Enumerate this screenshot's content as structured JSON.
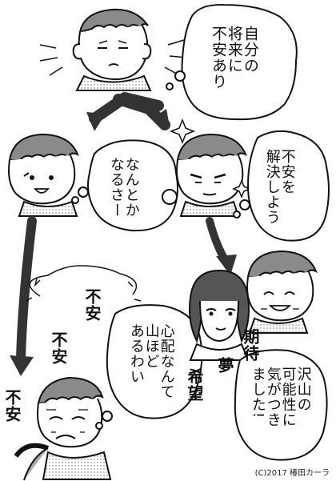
{
  "panel_top": {
    "thought": "自分の\n将来に\n不安あり"
  },
  "panel_mid_left": {
    "thought": "なんとか\nなるさー"
  },
  "panel_mid_right": {
    "thought": "不安を\n解決しよう"
  },
  "panel_bottom_left": {
    "sfx": [
      "不安",
      "不安",
      "不安"
    ],
    "thought": "心配なんて\n山ほど\nあるわい"
  },
  "panel_bottom_right": {
    "words": [
      "期待",
      "夢",
      "希望"
    ],
    "thought": "沢山の\n可能性に\n気がつき\nました!"
  },
  "credit": "(C)2017 椿田カーラ"
}
